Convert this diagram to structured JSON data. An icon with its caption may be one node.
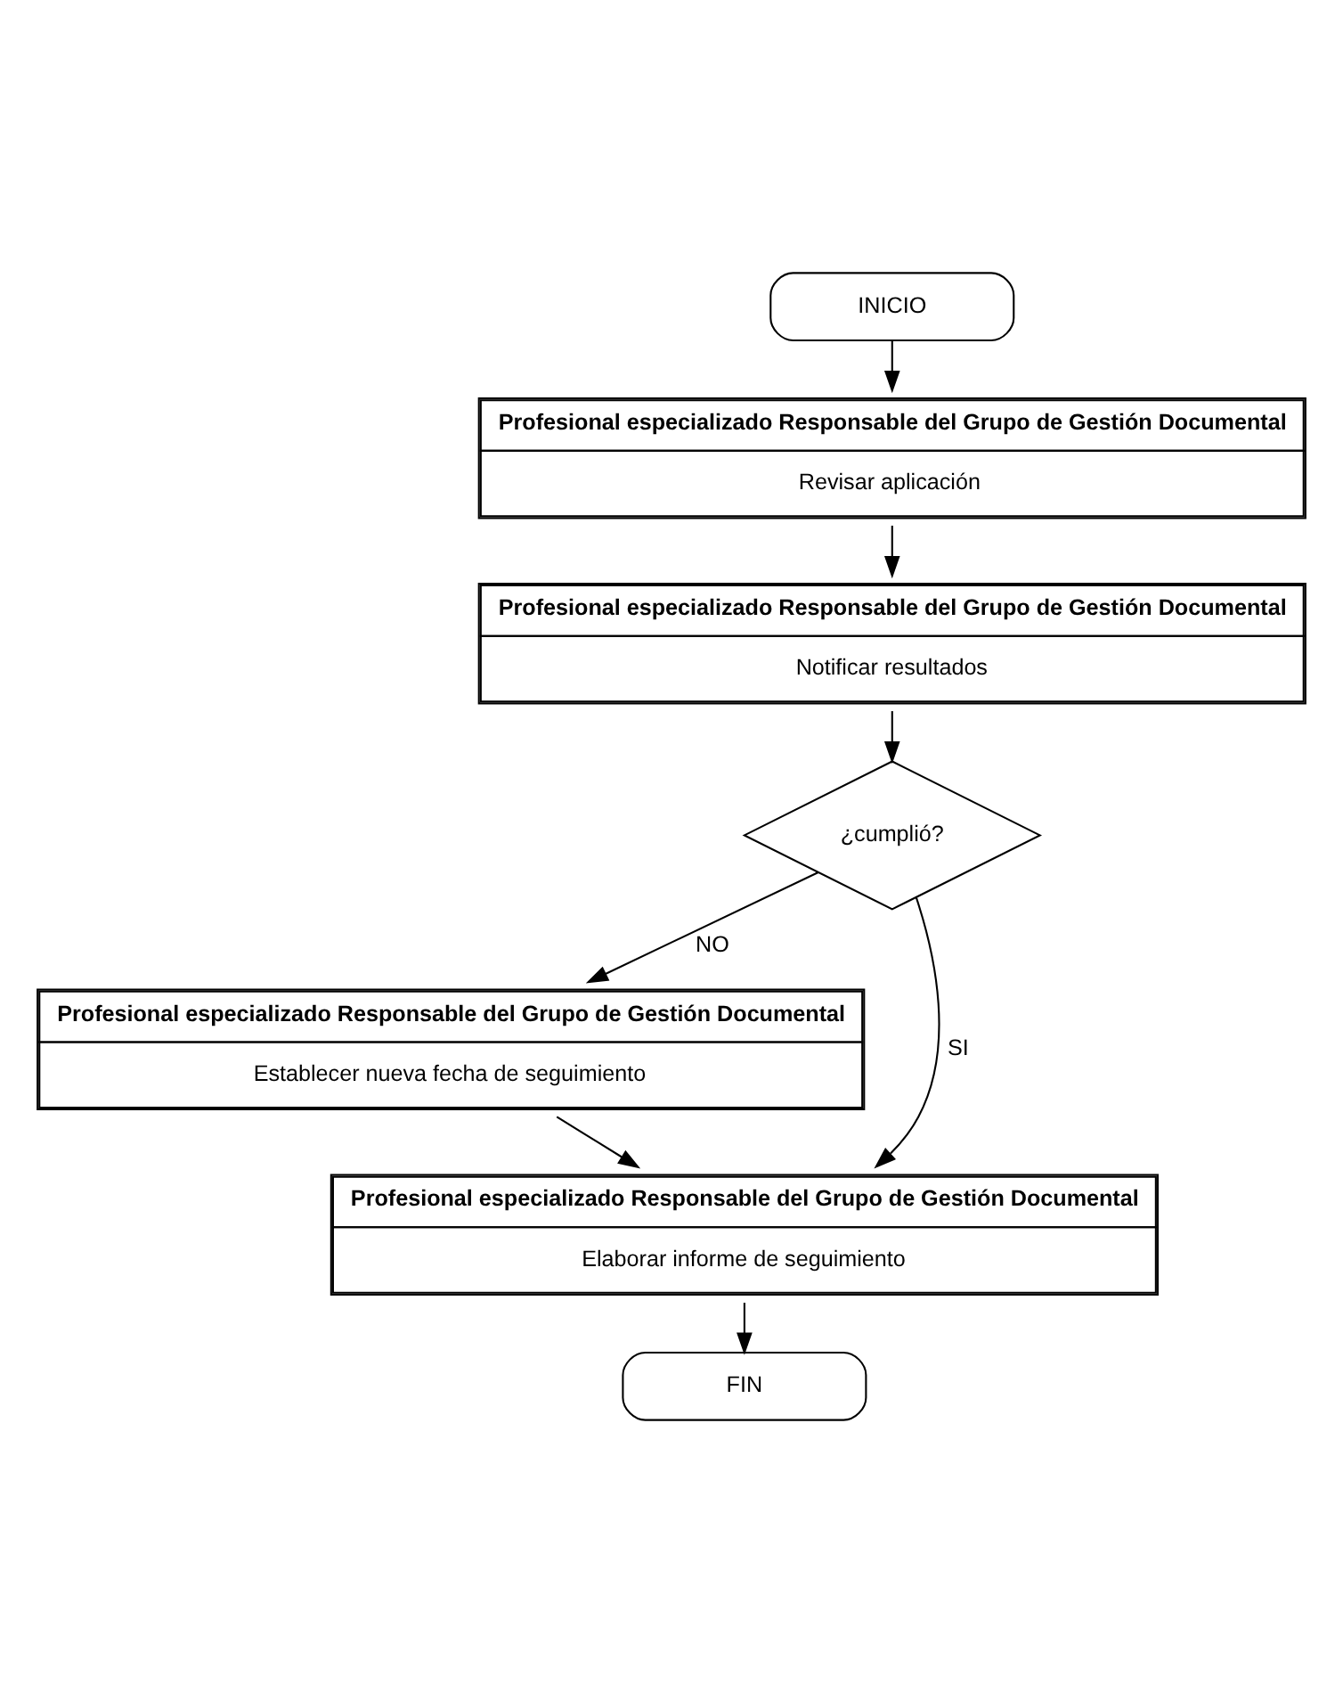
{
  "diagram": {
    "nodes": [
      {
        "text": [
          "INICIO"
        ]
      },
      {
        "text": [
          "Profesional especializado Responsable del Grupo de Gestión Documental",
          "Revisar aplicación"
        ]
      },
      {
        "text": [
          "Profesional especializado Responsable del Grupo de Gestión Documental",
          "Notificar resultados"
        ]
      },
      {
        "text": [
          "¿cumplió?"
        ]
      },
      {
        "text": [
          "Profesional especializado Responsable del Grupo de Gestión Documental",
          "Establecer nueva fecha de seguimiento"
        ]
      },
      {
        "text": [
          "Profesional especializado Responsable del Grupo de Gestión Documental",
          "Elaborar informe de seguimiento"
        ]
      },
      {
        "text": [
          "FIN"
        ]
      }
    ],
    "edges": [
      {
        "from": 0,
        "to": 1,
        "arrow": "to"
      },
      {
        "from": 1,
        "to": 2,
        "arrow": "to"
      },
      {
        "from": 2,
        "to": 3,
        "arrow": "to"
      },
      {
        "from": 3,
        "to": 5,
        "arrow": "to",
        "label": "SI"
      },
      {
        "from": 3,
        "to": 4,
        "arrow": "to",
        "label": "NO"
      },
      {
        "from": 4,
        "to": 5,
        "arrow": "to"
      },
      {
        "from": 5,
        "to": 6,
        "arrow": "to"
      }
    ]
  }
}
